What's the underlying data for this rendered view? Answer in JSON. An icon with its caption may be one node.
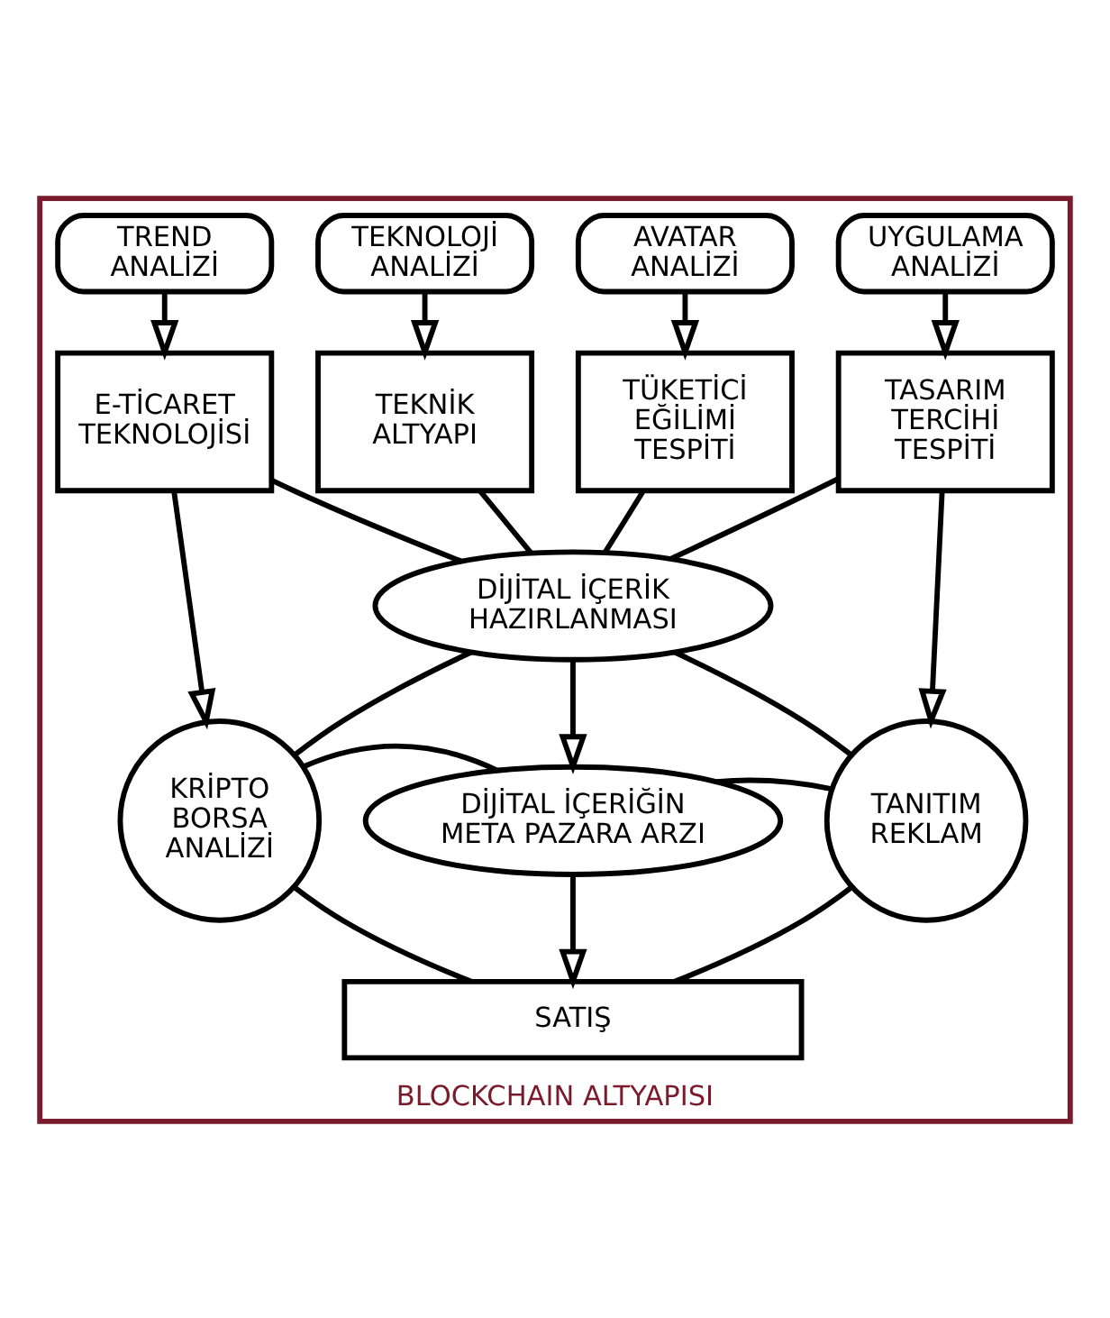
{
  "diagram": {
    "nodes": [
      {
        "text": [
          "BLOCKCHAIN ALTYAPISI"
        ]
      },
      {
        "text": [
          "TREND ANALİZİ"
        ],
        "in": 0
      },
      {
        "text": [
          "TEKNOLOJİ ANALİZİ"
        ],
        "in": 0
      },
      {
        "text": [
          "AVATAR ANALİZİ"
        ],
        "in": 0
      },
      {
        "text": [
          "UYGULAMA ANALİZİ"
        ],
        "in": 0
      },
      {
        "text": [
          "E-TİCARET TEKNOLOJİSİ"
        ],
        "in": 0
      },
      {
        "text": [
          "TEKNİK ALTYAPI"
        ],
        "in": 0
      },
      {
        "text": [
          "TÜKETİCİ EĞİLİMİ TESPİTİ"
        ],
        "in": 0
      },
      {
        "text": [
          "TASARIM TERCİHİ TESPİTİ"
        ],
        "in": 0
      },
      {
        "text": [
          "DİJİTAL İÇERİK HAZIRLANMASI"
        ],
        "in": 0
      },
      {
        "text": [
          "KRİPTO BORSA ANALİZİ"
        ],
        "in": 0
      },
      {
        "text": [
          "TANITIM REKLAM"
        ],
        "in": 0
      },
      {
        "text": [
          "DİJİTAL İÇERİĞİN META PAZARA ARZI"
        ],
        "in": 0
      },
      {
        "text": [
          "SATIŞ"
        ],
        "in": 0
      }
    ],
    "edges": [
      {
        "from": 1,
        "to": 5,
        "arrow": "to"
      },
      {
        "from": 2,
        "to": 6,
        "arrow": "to"
      },
      {
        "from": 3,
        "to": 7,
        "arrow": "to"
      },
      {
        "from": 4,
        "to": 8,
        "arrow": "to"
      },
      {
        "from": 5,
        "to": 9,
        "arrow": "none"
      },
      {
        "from": 6,
        "to": 9,
        "arrow": "none"
      },
      {
        "from": 7,
        "to": 9,
        "arrow": "none"
      },
      {
        "from": 8,
        "to": 9,
        "arrow": "none"
      },
      {
        "from": 5,
        "to": 10,
        "arrow": "to"
      },
      {
        "from": 8,
        "to": 11,
        "arrow": "to"
      },
      {
        "from": 9,
        "to": 10,
        "arrow": "none"
      },
      {
        "from": 9,
        "to": 11,
        "arrow": "none"
      },
      {
        "from": 9,
        "to": 12,
        "arrow": "to"
      },
      {
        "from": 10,
        "to": 12,
        "arrow": "none"
      },
      {
        "from": 11,
        "to": 12,
        "arrow": "none"
      },
      {
        "from": 12,
        "to": 13,
        "arrow": "to"
      },
      {
        "from": 10,
        "to": 13,
        "arrow": "none"
      },
      {
        "from": 11,
        "to": 13,
        "arrow": "none"
      }
    ]
  }
}
